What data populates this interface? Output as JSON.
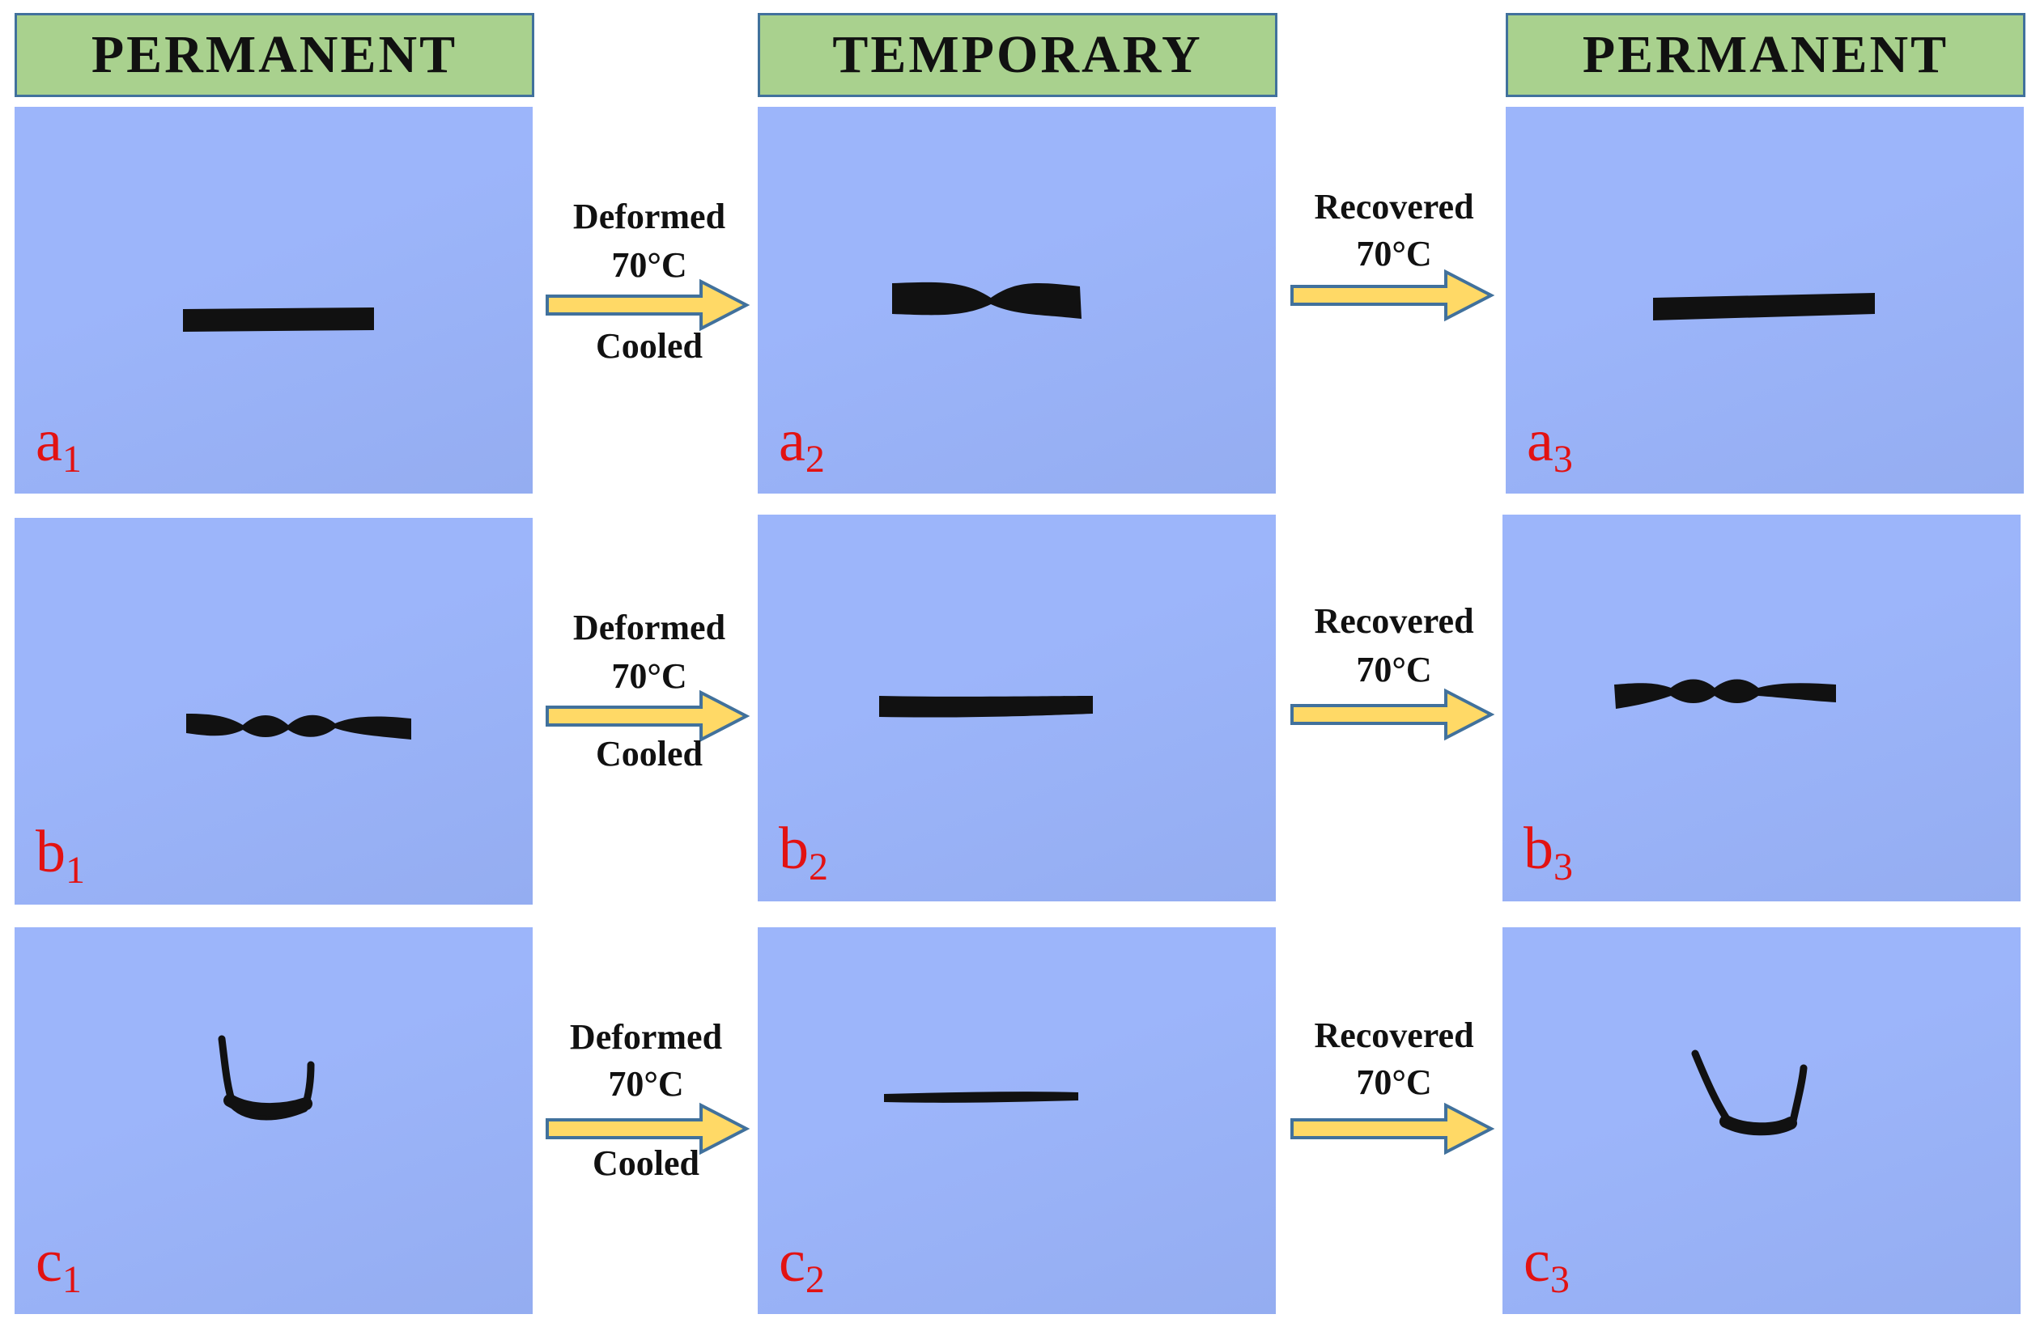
{
  "headers": [
    "PERMANENT",
    "TEMPORARY",
    "PERMANENT"
  ],
  "rows": [
    {
      "panels": [
        {
          "letter": "a",
          "index": "1",
          "sample": "flat-strip"
        },
        {
          "letter": "a",
          "index": "2",
          "sample": "twisted-strip-single"
        },
        {
          "letter": "a",
          "index": "3",
          "sample": "flat-strip"
        }
      ],
      "deform": {
        "line1": "Deformed",
        "line2": "70°C",
        "line3": "Cooled"
      },
      "recover": {
        "line1": "Recovered",
        "line2": "70°C"
      }
    },
    {
      "panels": [
        {
          "letter": "b",
          "index": "1",
          "sample": "twisted-strip-double"
        },
        {
          "letter": "b",
          "index": "2",
          "sample": "flat-strip"
        },
        {
          "letter": "b",
          "index": "3",
          "sample": "twisted-strip-double"
        }
      ],
      "deform": {
        "line1": "Deformed",
        "line2": "70°C",
        "line3": "Cooled"
      },
      "recover": {
        "line1": "Recovered",
        "line2": "70°C"
      }
    },
    {
      "panels": [
        {
          "letter": "c",
          "index": "1",
          "sample": "u-shaped-strip"
        },
        {
          "letter": "c",
          "index": "2",
          "sample": "thin-flat-strip"
        },
        {
          "letter": "c",
          "index": "3",
          "sample": "u-shaped-strip"
        }
      ],
      "deform": {
        "line1": "Deformed",
        "line2": "70°C",
        "line3": "Cooled"
      },
      "recover": {
        "line1": "Recovered",
        "line2": "70°C"
      }
    }
  ],
  "colors": {
    "header_fill": "#a9d18e",
    "header_border": "#41719c",
    "panel_background": "#9cb5fa",
    "sample": "#111111",
    "label": "#e21212",
    "arrow_fill": "#ffd966",
    "arrow_outline": "#41719c"
  }
}
